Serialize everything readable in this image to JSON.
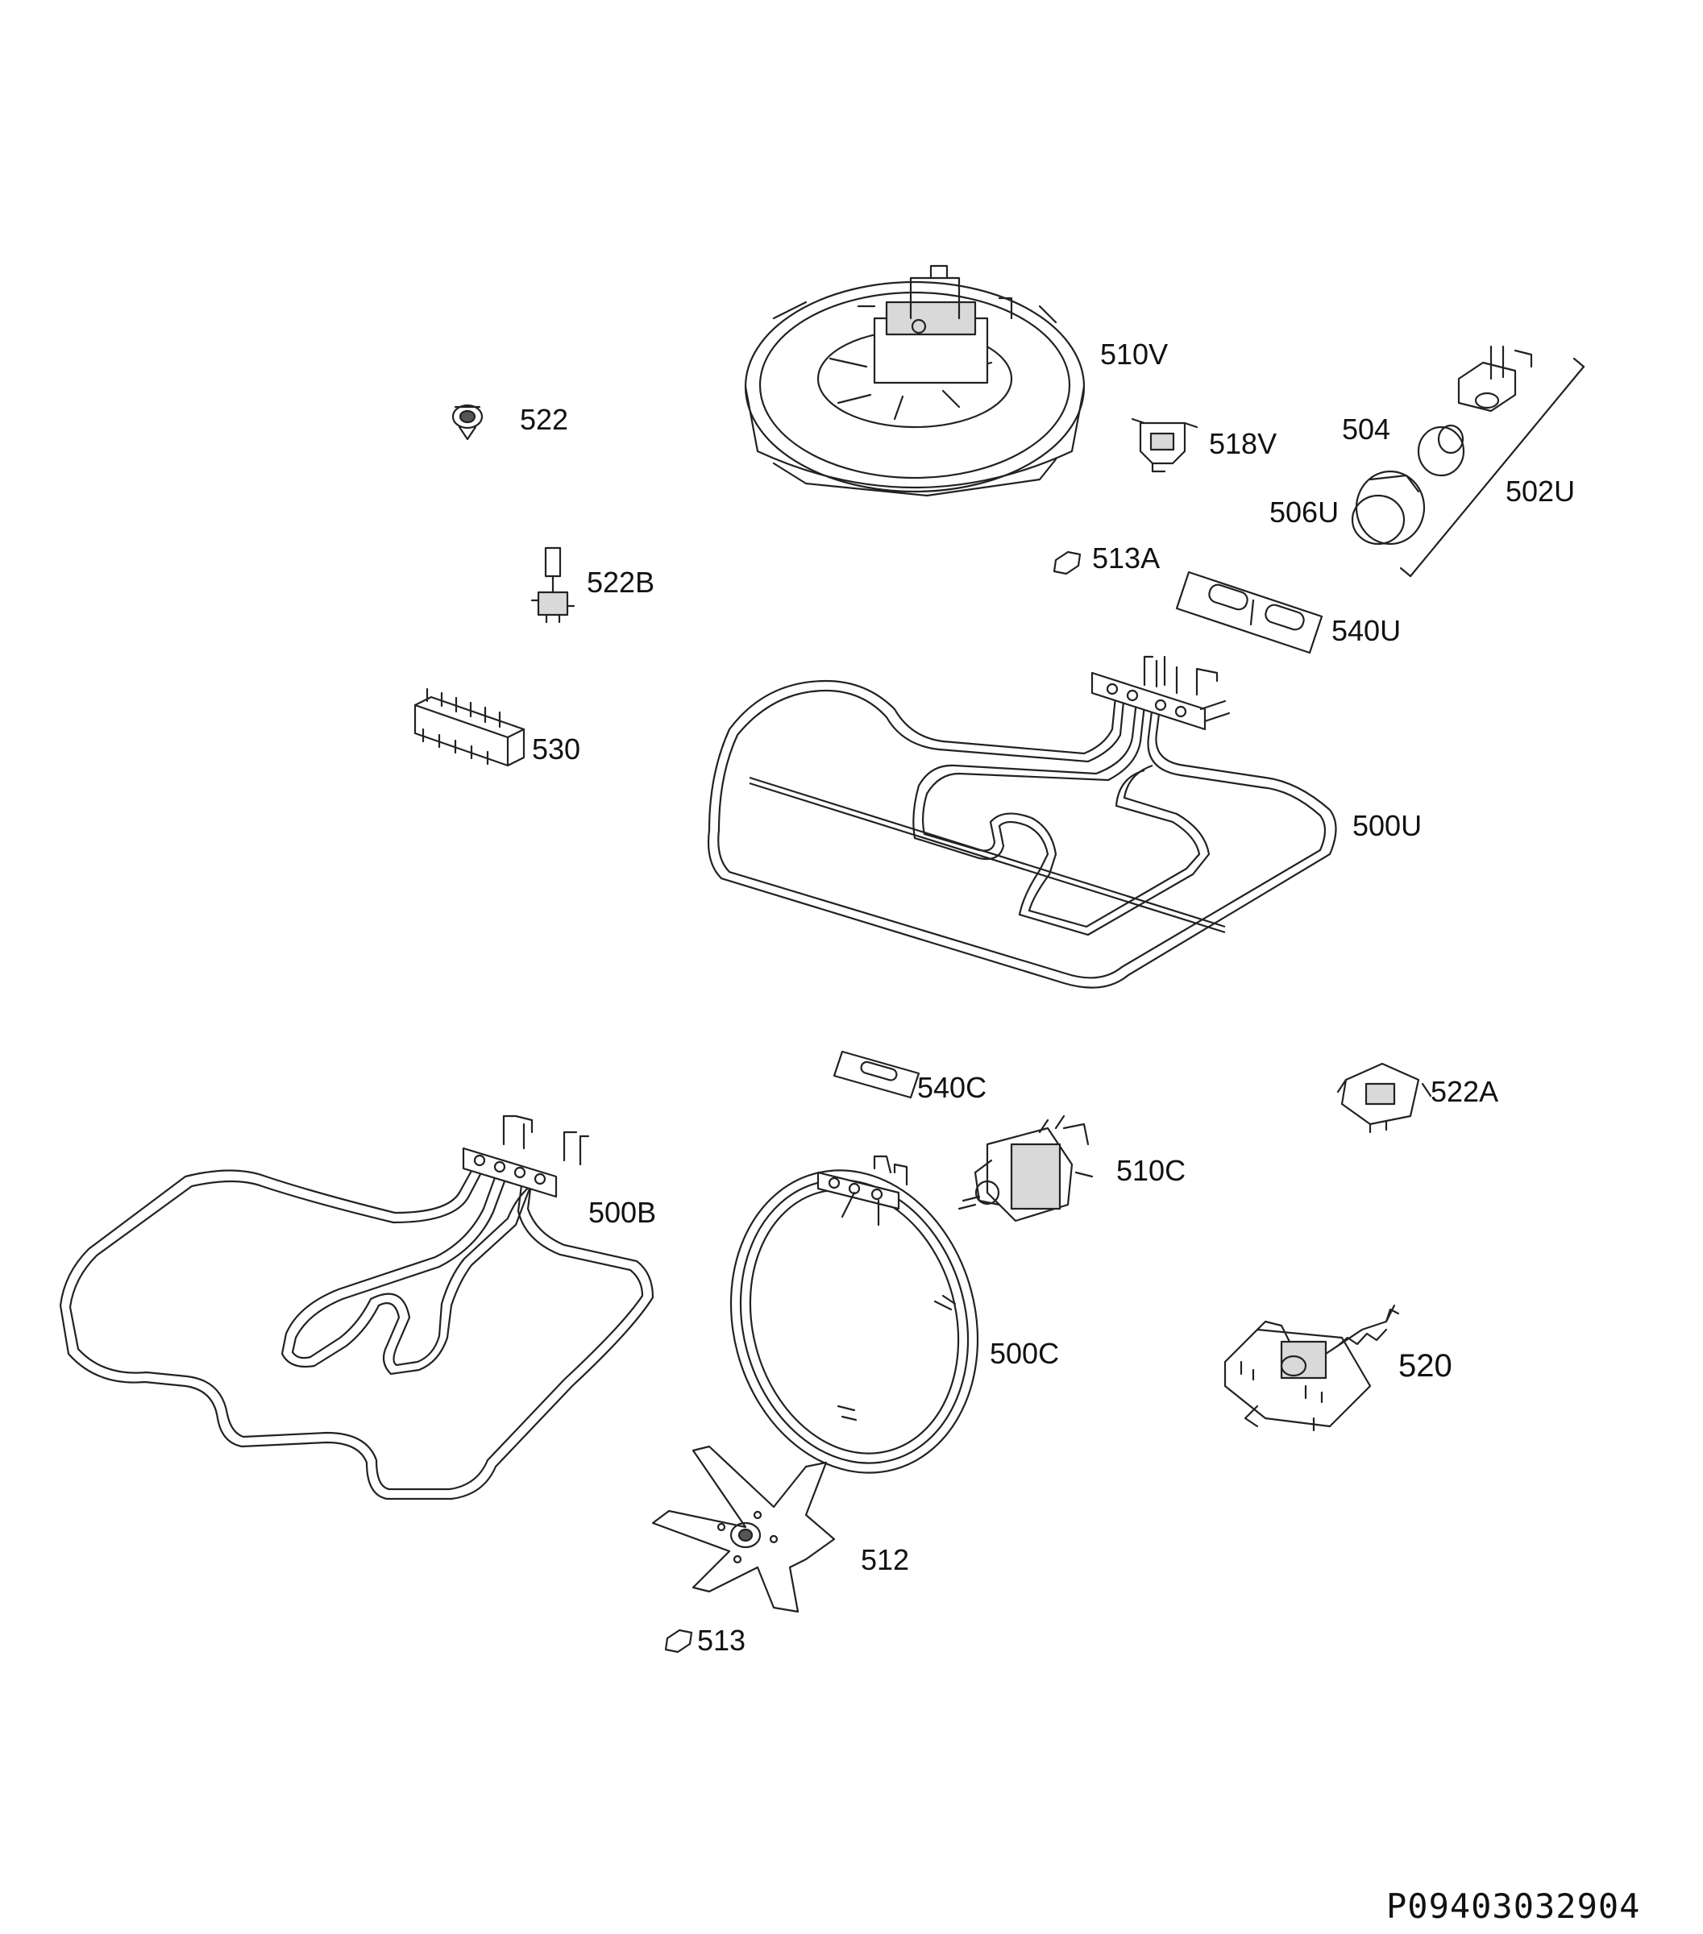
{
  "document_id": "P09403032904",
  "parts": [
    {
      "key": "p510v",
      "label": "510V"
    },
    {
      "key": "p522",
      "label": "522"
    },
    {
      "key": "p518v",
      "label": "518V"
    },
    {
      "key": "p504",
      "label": "504"
    },
    {
      "key": "p502u",
      "label": "502U"
    },
    {
      "key": "p506u",
      "label": "506U"
    },
    {
      "key": "p522b",
      "label": "522B"
    },
    {
      "key": "p513a",
      "label": "513A"
    },
    {
      "key": "p540u",
      "label": "540U"
    },
    {
      "key": "p530",
      "label": "530"
    },
    {
      "key": "p500u",
      "label": "500U"
    },
    {
      "key": "p540c",
      "label": "540C"
    },
    {
      "key": "p522a",
      "label": "522A"
    },
    {
      "key": "p510c",
      "label": "510C"
    },
    {
      "key": "p500b",
      "label": "500B"
    },
    {
      "key": "p500c",
      "label": "500C"
    },
    {
      "key": "p520",
      "label": "520"
    },
    {
      "key": "p512",
      "label": "512"
    },
    {
      "key": "p513",
      "label": "513"
    }
  ]
}
